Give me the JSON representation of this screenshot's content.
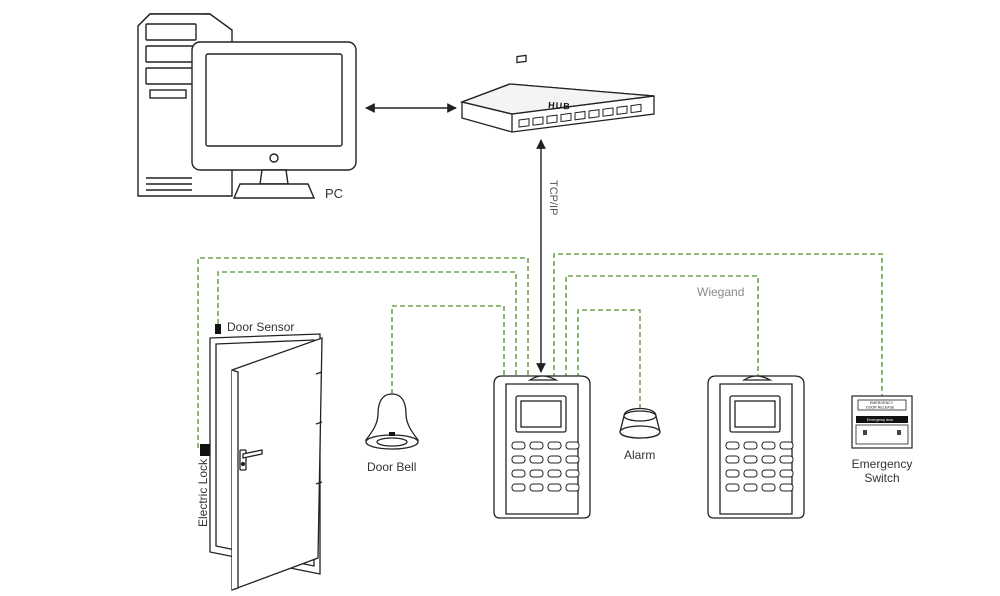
{
  "labels": {
    "pc": "PC",
    "hub": "HUB",
    "tcp_ip": "TCP/IP",
    "wiegand": "Wiegand",
    "door_sensor": "Door Sensor",
    "electric_lock": "Electric Lock",
    "door_bell": "Door Bell",
    "alarm": "Alarm",
    "emergency_switch_line1": "Emergency",
    "emergency_switch_line2": "Switch",
    "emergency_panel_top_line1": "EMERGENCY",
    "emergency_panel_top_line2": "DOOR RELEASE",
    "emergency_panel_bar": "Emergency door"
  },
  "colors": {
    "wire": "#6aa84f",
    "line": "#222222",
    "arrow": "#222222"
  }
}
